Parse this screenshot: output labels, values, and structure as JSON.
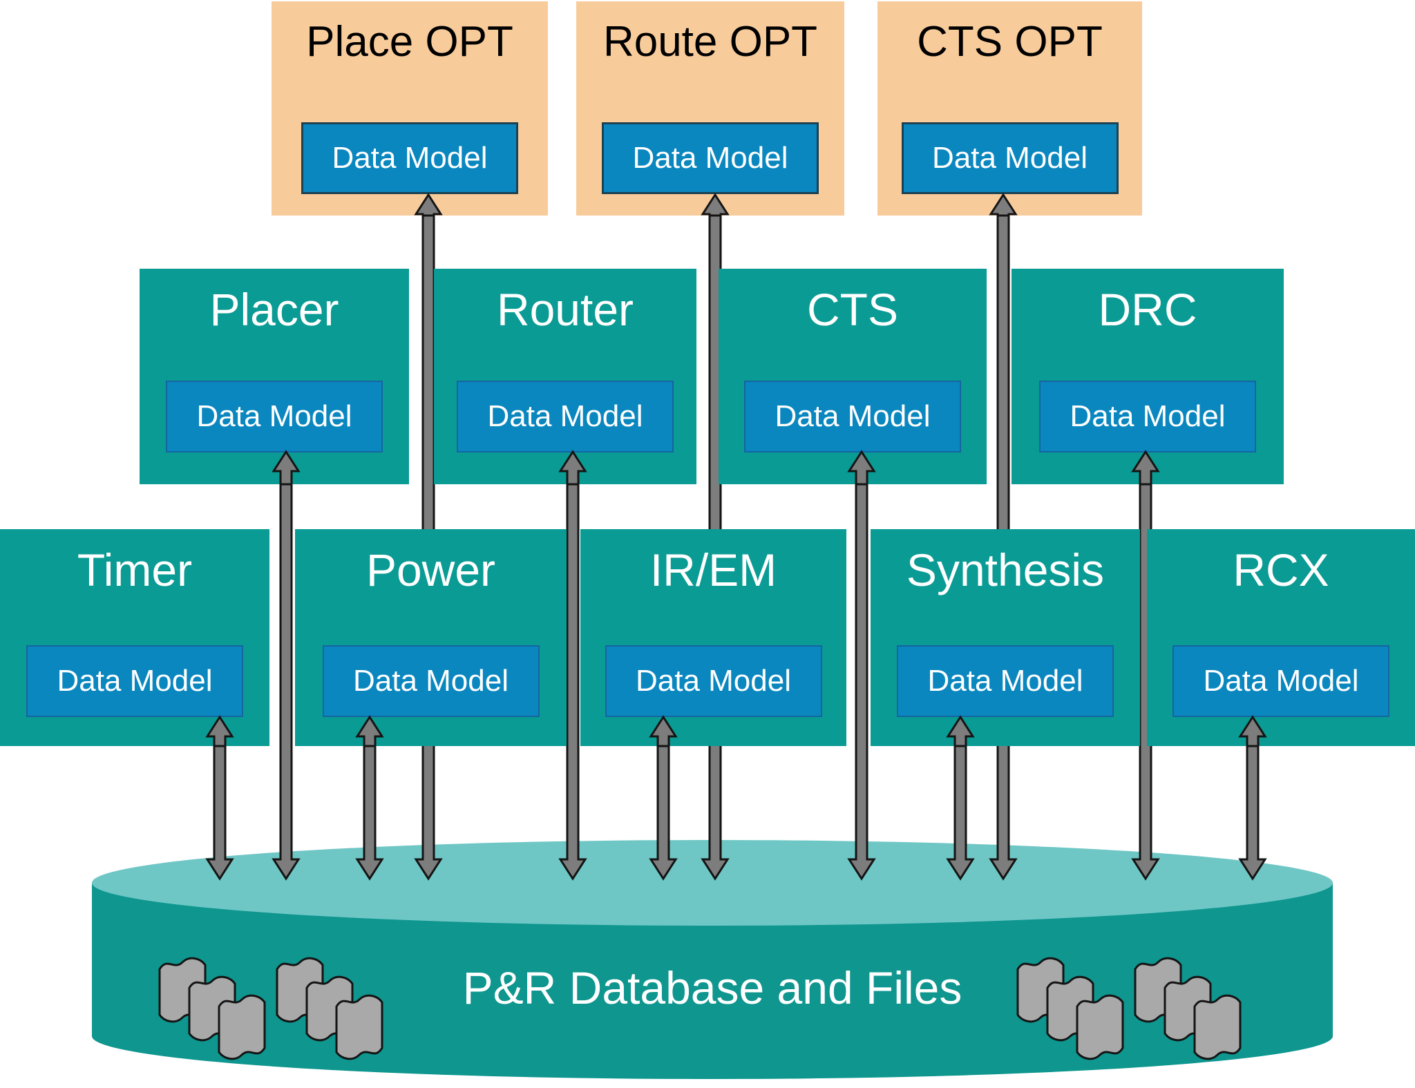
{
  "diagram": {
    "labels": {
      "data_model": "Data Model"
    },
    "rows": [
      {
        "id": "opt-tools",
        "boxes": [
          {
            "id": "place-opt",
            "label": "Place OPT"
          },
          {
            "id": "route-opt",
            "label": "Route OPT"
          },
          {
            "id": "cts-opt",
            "label": "CTS OPT"
          }
        ]
      },
      {
        "id": "pnr-engines",
        "boxes": [
          {
            "id": "placer",
            "label": "Placer"
          },
          {
            "id": "router",
            "label": "Router"
          },
          {
            "id": "cts",
            "label": "CTS"
          },
          {
            "id": "drc",
            "label": "DRC"
          }
        ]
      },
      {
        "id": "analysis-engines",
        "boxes": [
          {
            "id": "timer",
            "label": "Timer"
          },
          {
            "id": "power",
            "label": "Power"
          },
          {
            "id": "ir-em",
            "label": "IR/EM"
          },
          {
            "id": "synthesis",
            "label": "Synthesis"
          },
          {
            "id": "rcx",
            "label": "RCX"
          }
        ]
      }
    ],
    "database": {
      "label": "P&R Database and Files"
    },
    "edges": [
      {
        "from": "place-opt",
        "to": "database",
        "type": "bidirectional"
      },
      {
        "from": "route-opt",
        "to": "database",
        "type": "bidirectional"
      },
      {
        "from": "cts-opt",
        "to": "database",
        "type": "bidirectional"
      },
      {
        "from": "placer",
        "to": "database",
        "type": "bidirectional"
      },
      {
        "from": "router",
        "to": "database",
        "type": "bidirectional"
      },
      {
        "from": "cts",
        "to": "database",
        "type": "bidirectional"
      },
      {
        "from": "drc",
        "to": "database",
        "type": "bidirectional"
      },
      {
        "from": "timer",
        "to": "database",
        "type": "bidirectional"
      },
      {
        "from": "power",
        "to": "database",
        "type": "bidirectional"
      },
      {
        "from": "ir-em",
        "to": "database",
        "type": "bidirectional"
      },
      {
        "from": "synthesis",
        "to": "database",
        "type": "bidirectional"
      },
      {
        "from": "rcx",
        "to": "database",
        "type": "bidirectional"
      }
    ],
    "colors": {
      "opt_box": "#F8CB9B",
      "module_box": "#0A9B94",
      "dm_fill": "#0B87BF",
      "dm_border_dark": "#1B4152",
      "dm_border": "#1565A1",
      "db_body": "#0E968F",
      "db_top": "#6FC7C5",
      "arrow_fill": "#7D7D7D",
      "arrow_stroke": "#141414",
      "file_icon": "#A9A9A9"
    }
  }
}
